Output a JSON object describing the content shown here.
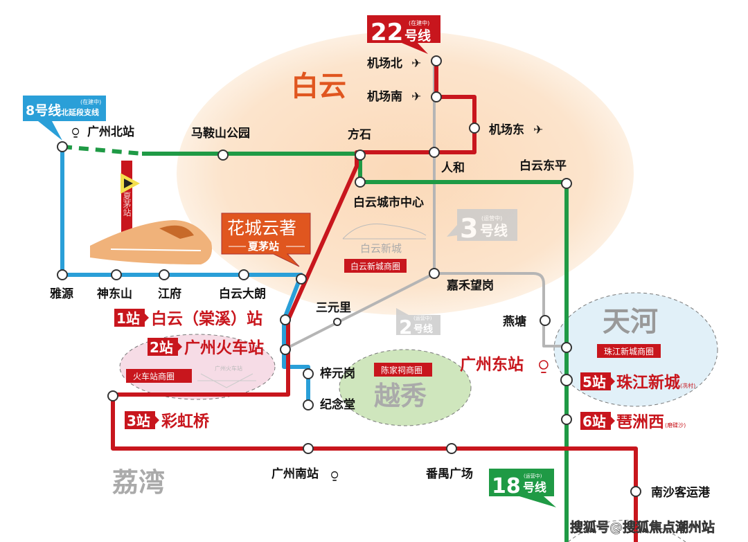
{
  "districts": {
    "baiyun": "白云",
    "tianhe": "天河",
    "yuexiu": "越秀",
    "liwan": "荔湾",
    "baiyun_newtown": "白云新城"
  },
  "zones": {
    "baiyun_newtown": "白云新城商圈",
    "zhujiang": "珠江新城商圈",
    "chenjiaci": "陈家祠商圈",
    "railway": "火车站商圈",
    "railway_building": "广州火车站"
  },
  "lines": {
    "l8": {
      "num": "8号线",
      "status": "(在建中)",
      "sub": "北延段支线",
      "color": "#2a9fd8"
    },
    "l22": {
      "num": "22",
      "suffix": "号线",
      "status": "(在建中)",
      "color": "#c8161d"
    },
    "l3": {
      "num": "3",
      "suffix": "号线",
      "status": "(运营中)",
      "color": "#b5b5b5"
    },
    "l2": {
      "num": "2",
      "suffix": "号线",
      "status": "(运营中)",
      "color": "#b5b5b5"
    },
    "l18": {
      "num": "18",
      "suffix": "号线",
      "status": "(运营中)",
      "color": "#1f9a45"
    }
  },
  "project": {
    "name": "花城云著",
    "station": "夏茅站",
    "vertical_station": "夏茅站",
    "color": "#e0561f"
  },
  "stations": [
    "广州北站",
    "马鞍山公园",
    "方石",
    "人和",
    "机场北",
    "机场南",
    "机场东",
    "白云东平",
    "白云城市中心",
    "雅源",
    "神东山",
    "江府",
    "白云大朗",
    "三元里",
    "嘉禾望岗",
    "燕塘",
    "梓元岗",
    "纪念堂",
    "广州南站",
    "番禺广场",
    "南沙客运港",
    "广州东站"
  ],
  "stops": [
    {
      "badge": "1站",
      "name": "白云（棠溪）站"
    },
    {
      "badge": "2站",
      "name": "广州火车站"
    },
    {
      "badge": "3站",
      "name": "彩虹桥"
    },
    {
      "badge": "5站",
      "name": "珠江新城",
      "note": "(冼村)"
    },
    {
      "badge": "6站",
      "name": "琶洲西",
      "note": "(磨碟沙)"
    }
  ],
  "watermark": "搜狐号@搜狐焦点潮州站"
}
